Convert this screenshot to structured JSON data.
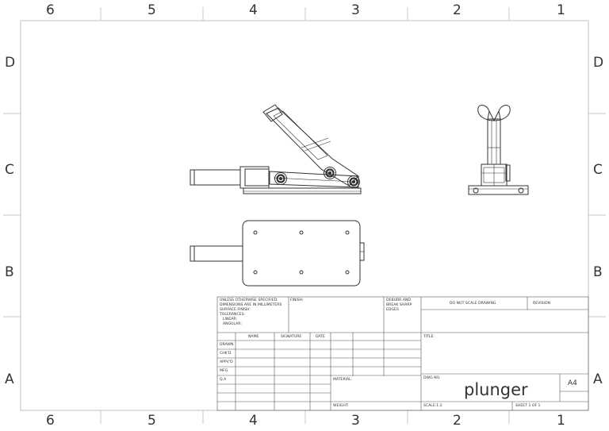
{
  "zones": {
    "columns": [
      "6",
      "5",
      "4",
      "3",
      "2",
      "1"
    ],
    "rows": [
      "D",
      "C",
      "B",
      "A"
    ]
  },
  "title_block": {
    "general_notes": [
      "UNLESS OTHERWISE SPECIFIED:",
      "DIMENSIONS ARE IN MILLIMETERS",
      "SURFACE FINISH:",
      "TOLERANCES:",
      "LINEAR:",
      "ANGULAR:"
    ],
    "finish_label": "FINISH:",
    "deburr_label": [
      "DEBURR AND",
      "BREAK SHARP",
      "EDGES"
    ],
    "do_not_scale": "DO NOT SCALE DRAWING",
    "revision_label": "REVISION",
    "columns": [
      "NAME",
      "SIGNATURE",
      "DATE"
    ],
    "rows": [
      "DRAWN",
      "CHK'D",
      "APPV'D",
      "MFG",
      "Q.A"
    ],
    "title_label": "TITLE:",
    "material_label": "MATERIAL:",
    "weight_label": "WEIGHT:",
    "dwg_no_label": "DWG NO.",
    "part_name": "plunger",
    "sheet_size": "A4",
    "scale": "SCALE:1:2",
    "sheet": "SHEET 1 OF 1"
  }
}
